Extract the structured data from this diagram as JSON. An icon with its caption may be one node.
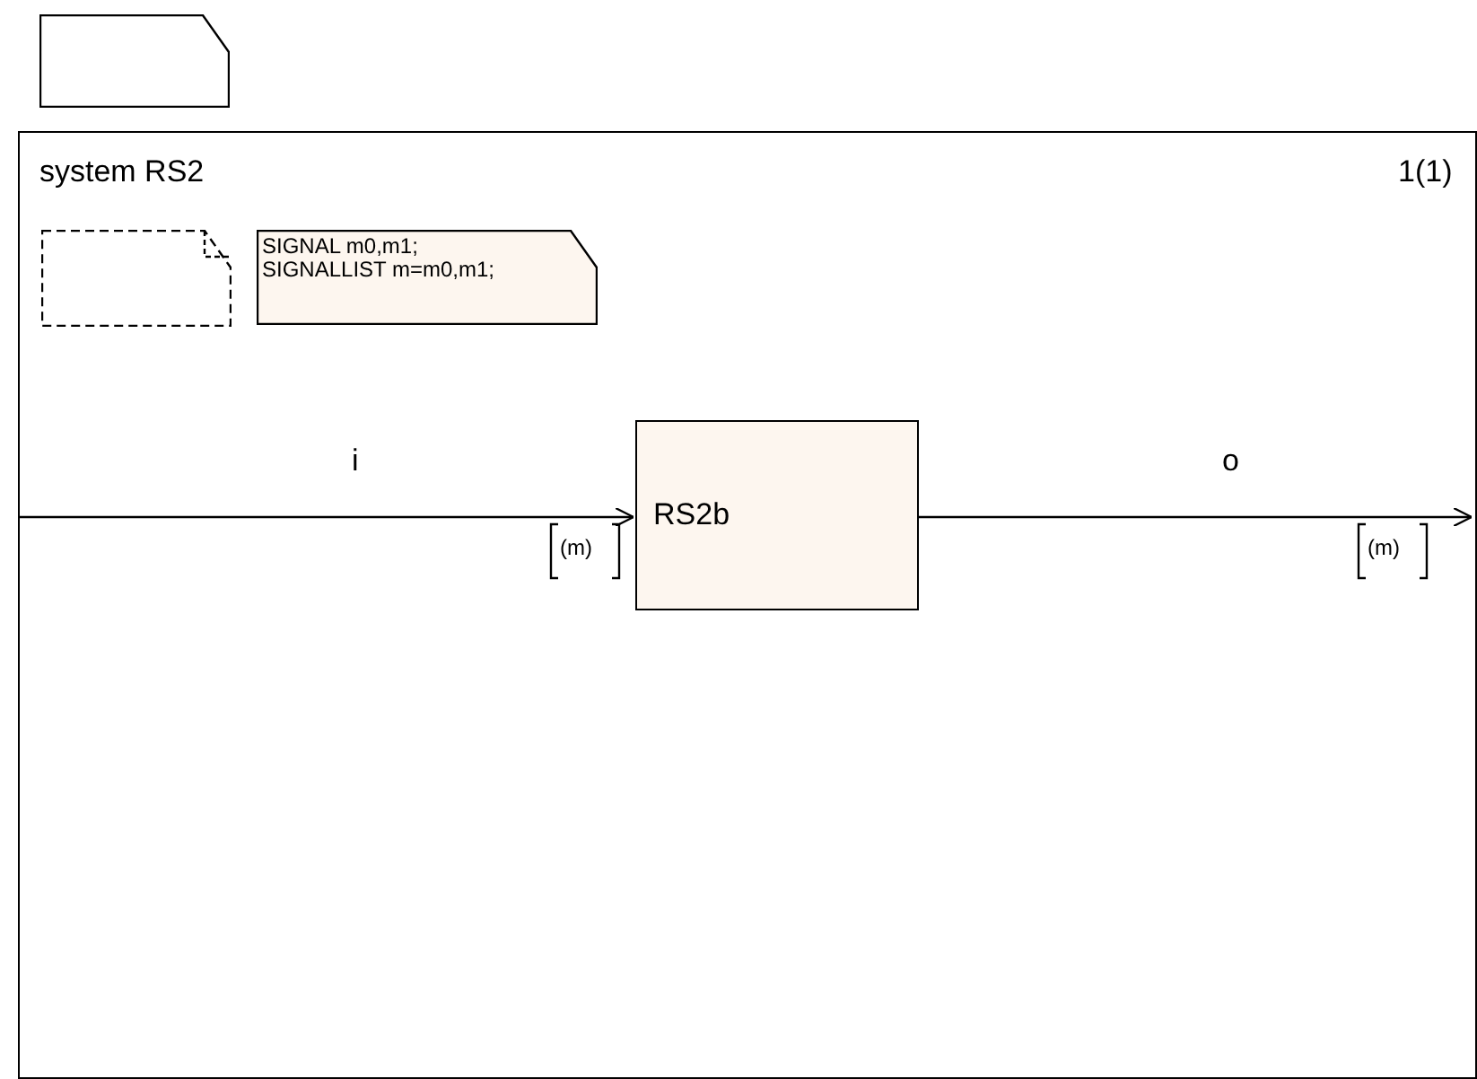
{
  "diagram": {
    "nodes": [
      {
        "text": [],
        "shape": "note"
      },
      {
        "text": [
          "system RS2",
          "1(1)"
        ]
      },
      {
        "text": [],
        "shape": "note",
        "in": 1
      },
      {
        "text": [
          "SIGNAL m0,m1; SIGNALLIST m=m0,m1;"
        ],
        "in": 1
      },
      {
        "text": [
          "RS2b"
        ],
        "in": 1
      }
    ],
    "edges": [
      {
        "from": null,
        "to": 4,
        "arrow": "to",
        "label": "i"
      },
      {
        "from": 4,
        "to": null,
        "arrow": "to",
        "label": "o"
      }
    ],
    "labels": [
      "(m)",
      "(m)"
    ]
  }
}
